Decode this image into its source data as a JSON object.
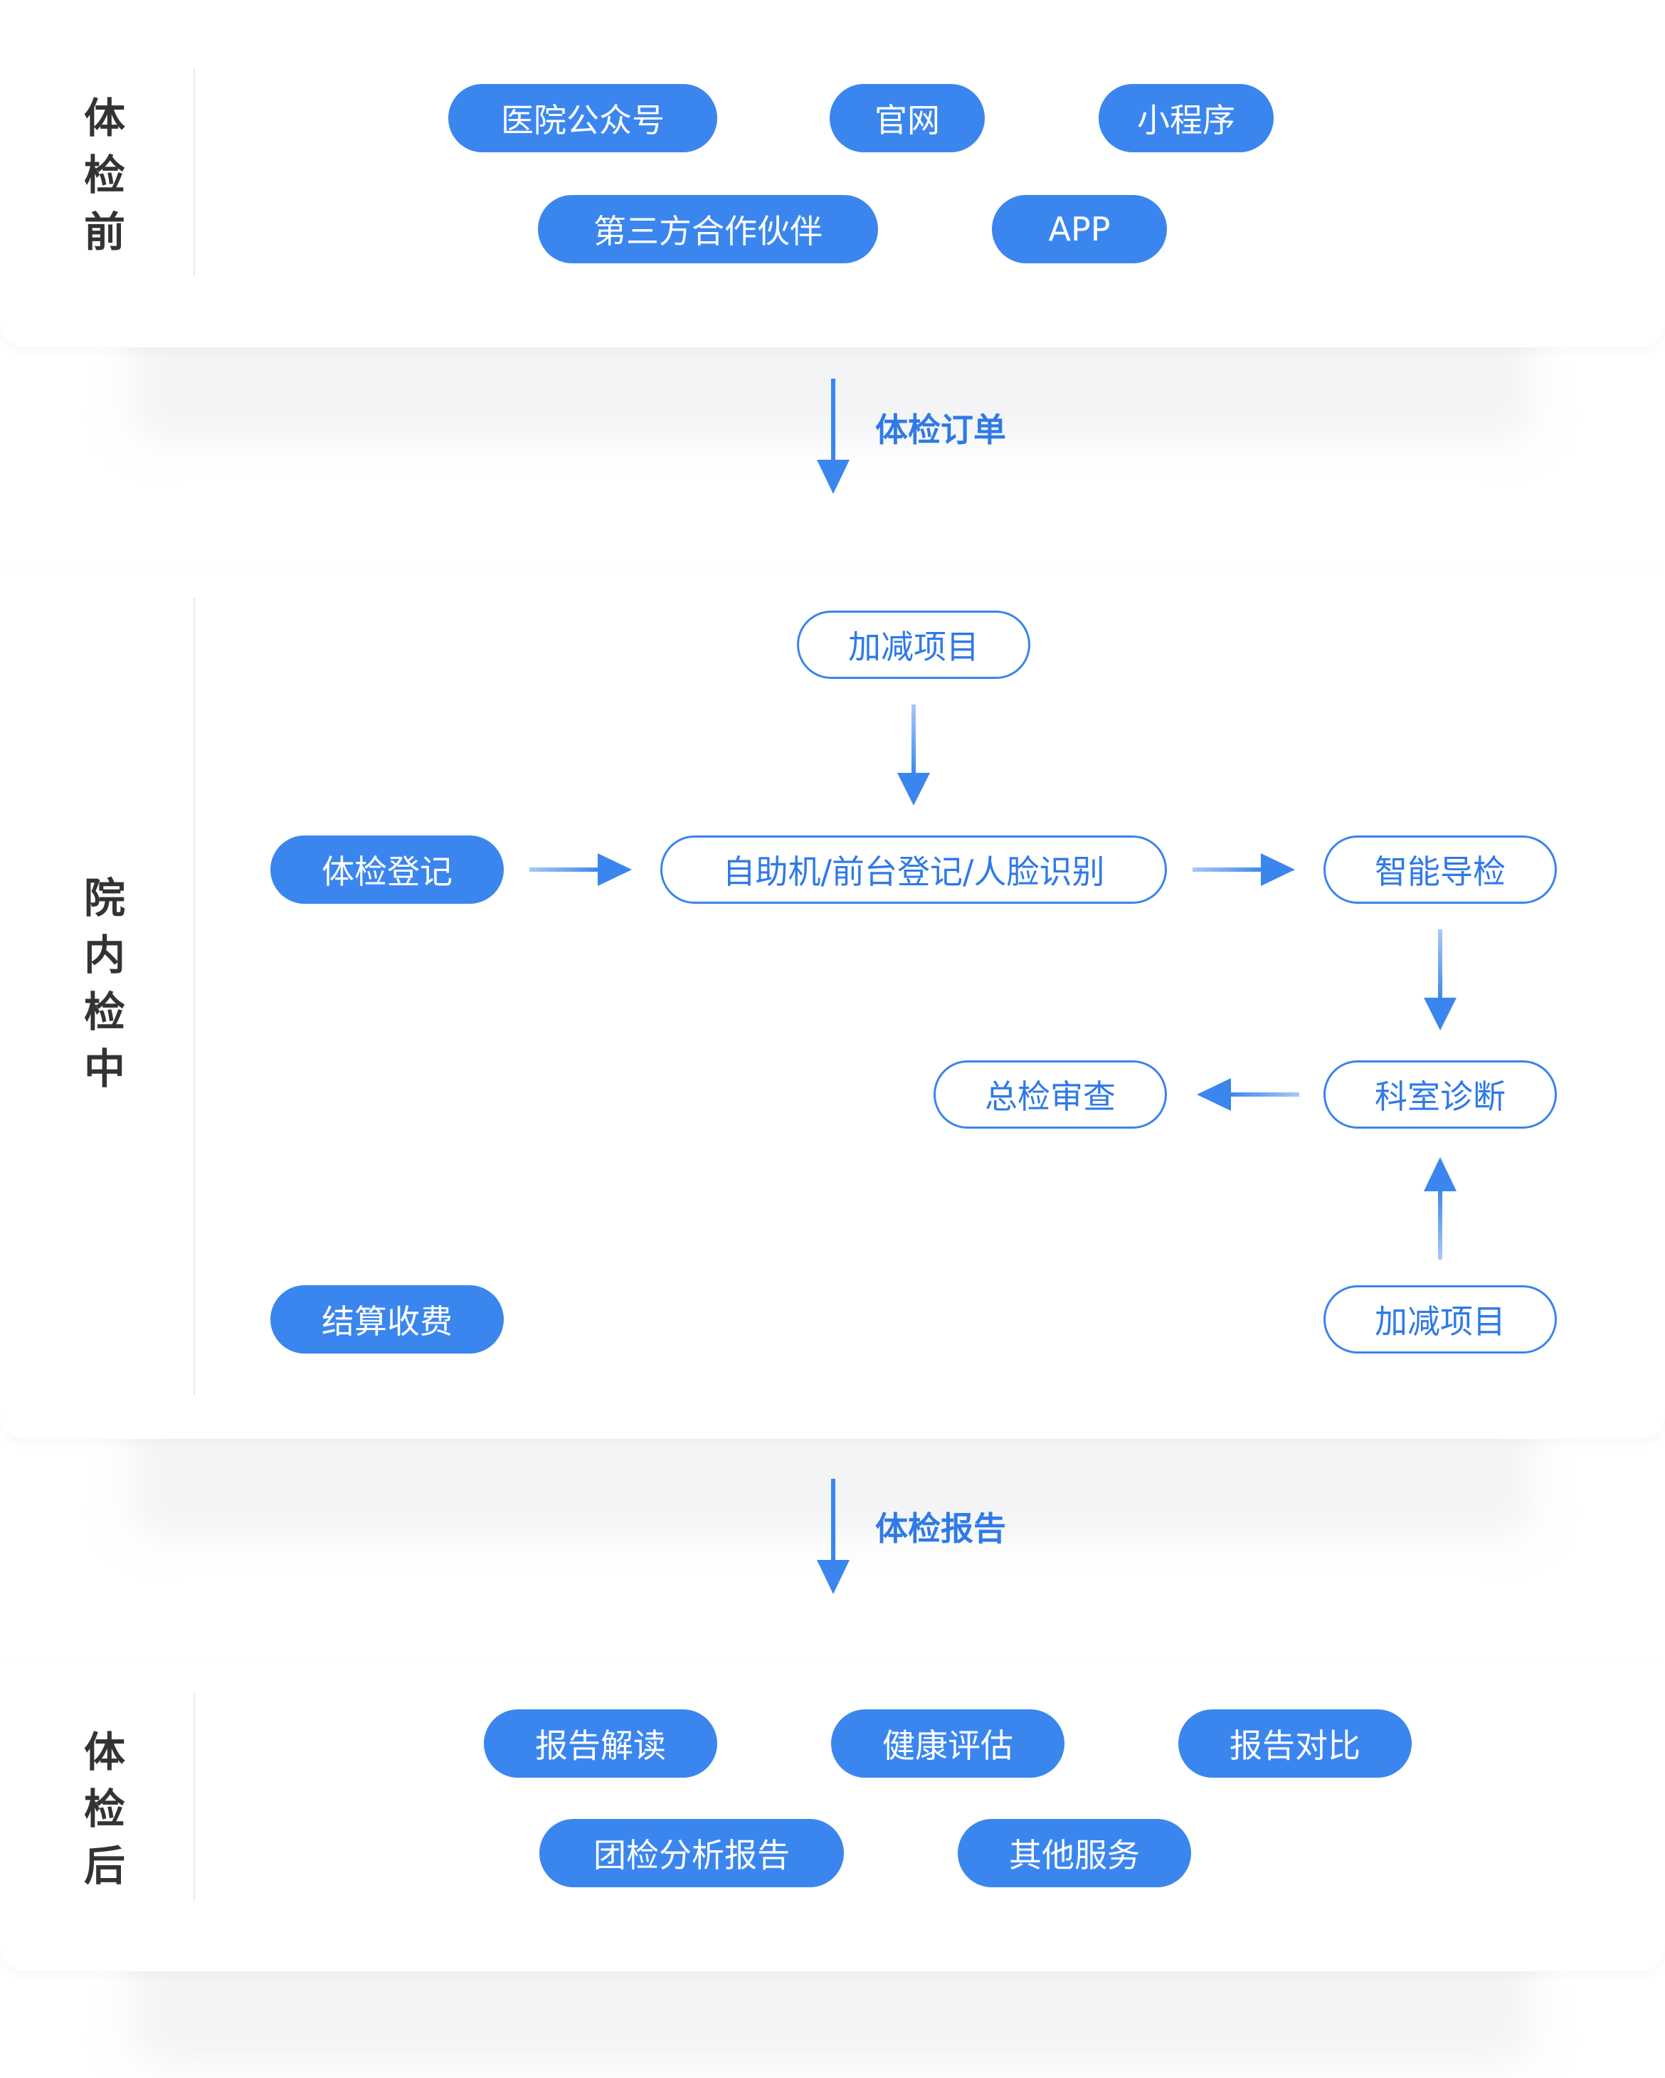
{
  "stages": {
    "before": {
      "label": "体检前",
      "items": [
        "医院公众号",
        "官网",
        "小程序",
        "第三方合作伙伴",
        "APP"
      ]
    },
    "during": {
      "label": "院内检中",
      "items": {
        "register": "体检登记",
        "kiosk": "自助机/前台登记/人脸识别",
        "guide": "智能导检",
        "adjust_top": "加减项目",
        "diagnosis": "科室诊断",
        "review": "总检审查",
        "settle": "结算收费",
        "adjust_bottom": "加减项目"
      }
    },
    "after": {
      "label": "体检后",
      "items": [
        "报告解读",
        "健康评估",
        "报告对比",
        "团检分析报告",
        "其他服务"
      ]
    }
  },
  "flows": {
    "order": "体检订单",
    "report": "体检报告"
  },
  "colors": {
    "accent": "#3b86ee",
    "accent_text": "#2f7ae6",
    "label_text": "#333333",
    "divider": "#e3eaf6"
  }
}
